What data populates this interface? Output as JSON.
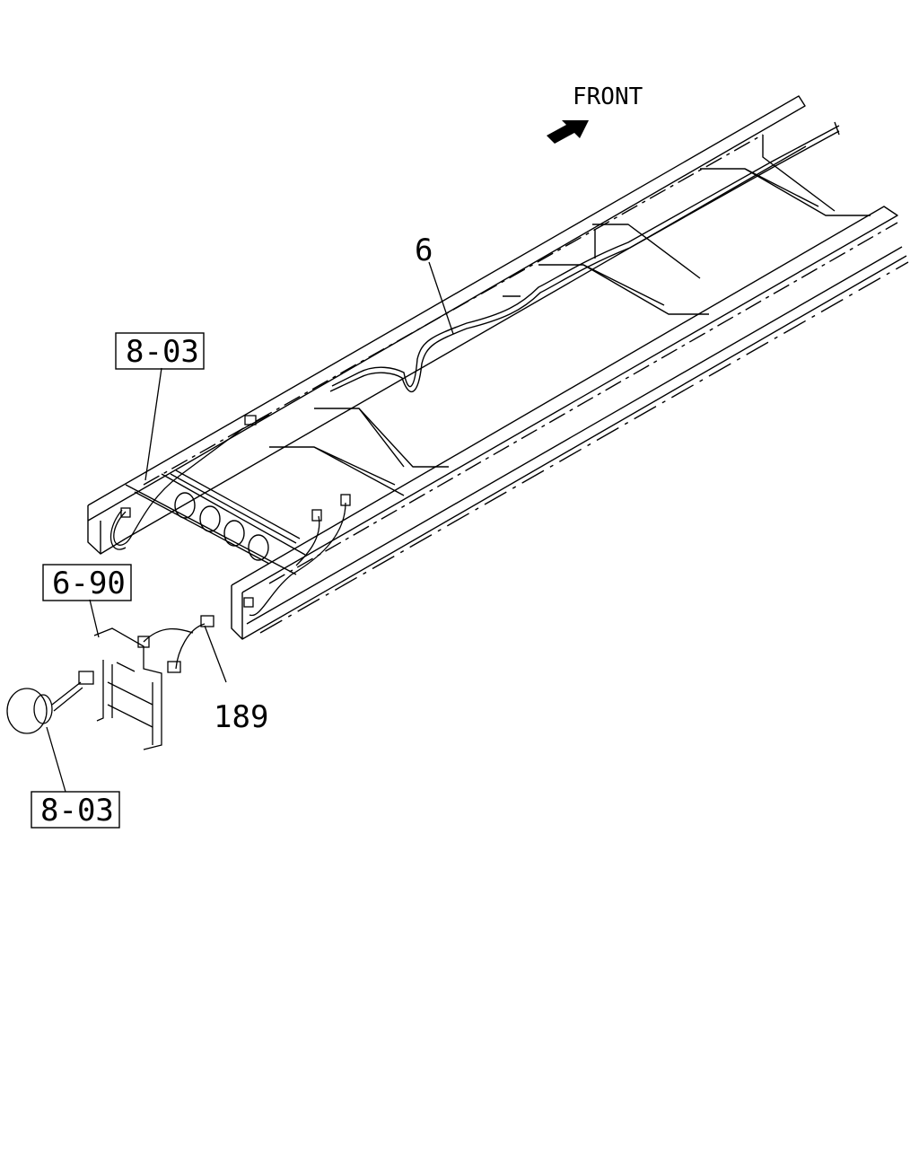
{
  "diagram": {
    "front_label": "FRONT",
    "callouts": {
      "harness_main": "6",
      "ref_top": "8-03",
      "ref_bracket": "6-90",
      "ref_lamp": "8-03",
      "harness_sub": "189"
    }
  }
}
